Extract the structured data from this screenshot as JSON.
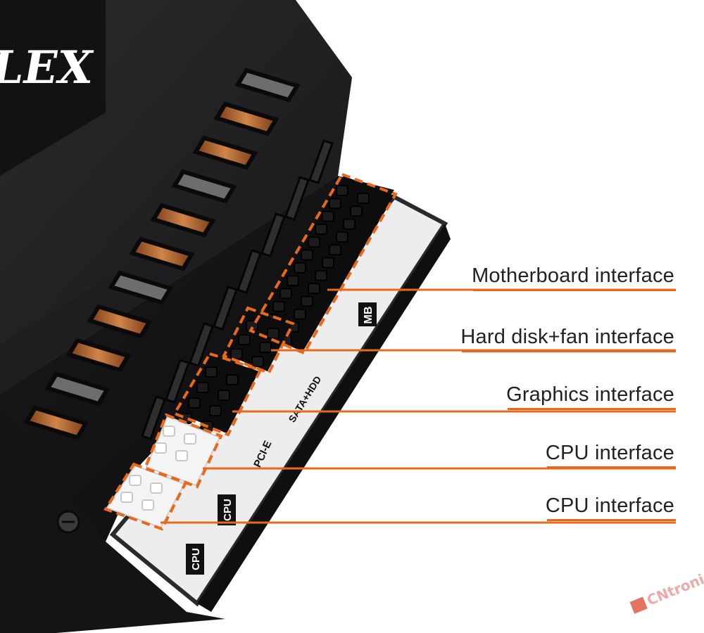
{
  "logo_text": "LEX",
  "watermark": "CNtronic",
  "board_labels": [
    "MB",
    "SATA+HDD",
    "PCI-E",
    "CPU",
    "CPU"
  ],
  "callouts": [
    {
      "label": "Motherboard interface"
    },
    {
      "label": "Hard disk+fan interface"
    },
    {
      "label": "Graphics interface"
    },
    {
      "label": "CPU interface"
    },
    {
      "label": "CPU interface"
    }
  ],
  "colors": {
    "accent": "#e8681c",
    "case": "#1c1c1e",
    "case_side": "#101012",
    "board": "#f2f2f2",
    "connector_black": "#0d0d0d",
    "connector_white": "#f4f4f4",
    "copper": "#b5652f",
    "text": "#222222"
  }
}
